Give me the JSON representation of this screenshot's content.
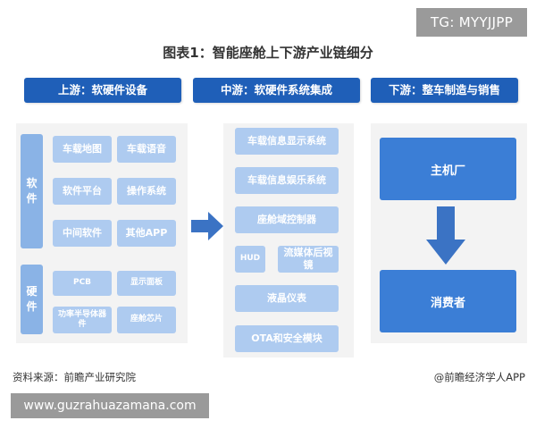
{
  "watermark_top": "TG: MYYJJPP",
  "title": "图表1：智能座舱上下游产业链细分",
  "headers": {
    "upstream": "上游：软硬件设备",
    "midstream": "中游：软硬件系统集成",
    "downstream": "下游：整车制造与销售"
  },
  "upstream": {
    "software_label": "软件",
    "hardware_label": "硬件",
    "software_items": [
      "车载地图",
      "车载语音",
      "软件平台",
      "操作系统",
      "中间软件",
      "其他APP"
    ],
    "hardware_items": [
      "PCB",
      "显示面板",
      "功率半导体器件",
      "座舱芯片"
    ]
  },
  "midstream": {
    "items": [
      "车载信息显示系统",
      "车载信息娱乐系统",
      "座舱域控制器",
      "HUD",
      "流媒体后视镜",
      "液晶仪表",
      "OTA和安全模块"
    ]
  },
  "downstream": {
    "top": "主机厂",
    "bottom": "消费者"
  },
  "footer": {
    "source": "资料来源：前瞻产业研究院",
    "brand": "@前瞻经济学人APP"
  },
  "watermark_bottom": "www.guzrahuazamana.com",
  "colors": {
    "header_blue": "#1f5fb8",
    "box_light_blue": "#aecbf0",
    "category_blue": "#8ab3e6",
    "node_blue": "#3b7ed6",
    "arrow_blue": "#3b73c4"
  }
}
